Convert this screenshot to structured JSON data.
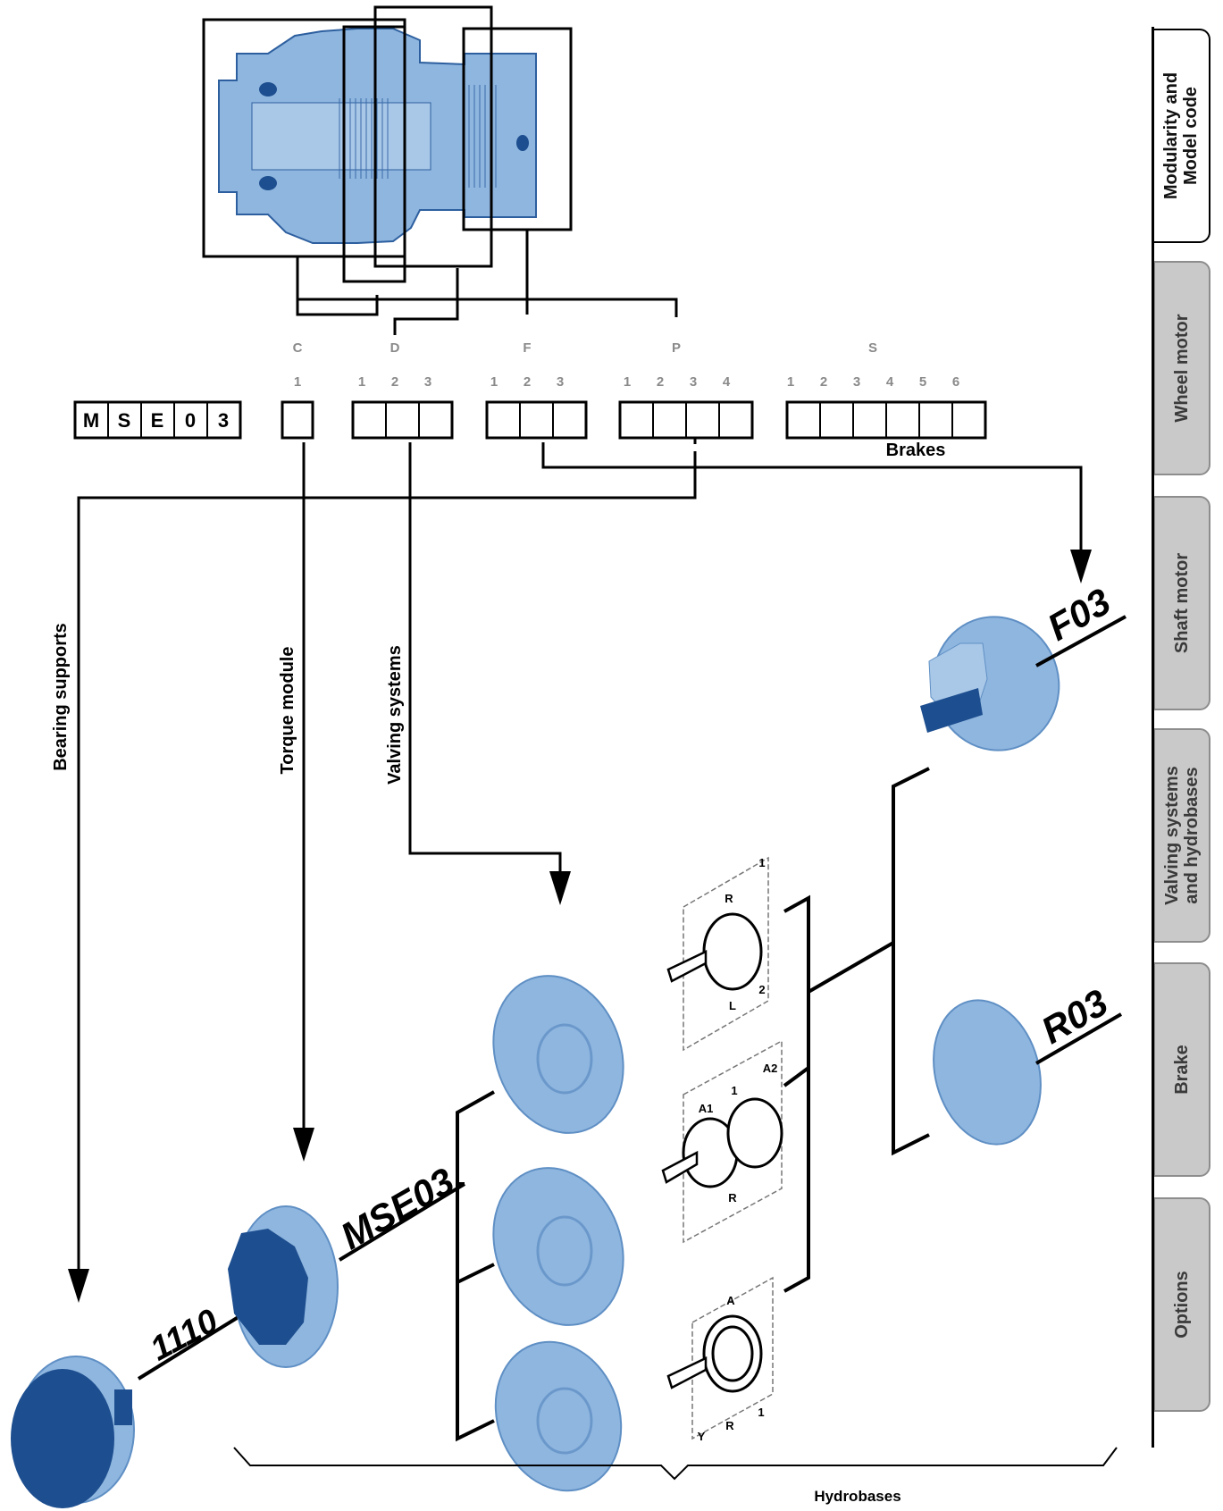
{
  "model_code": {
    "prefix": [
      "M",
      "S",
      "E",
      "0",
      "3"
    ],
    "groups": [
      {
        "letter": "C",
        "positions": [
          "1"
        ]
      },
      {
        "letter": "D",
        "positions": [
          "1",
          "2",
          "3"
        ]
      },
      {
        "letter": "F",
        "positions": [
          "1",
          "2",
          "3"
        ]
      },
      {
        "letter": "P",
        "positions": [
          "1",
          "2",
          "3",
          "4"
        ]
      },
      {
        "letter": "S",
        "positions": [
          "1",
          "2",
          "3",
          "4",
          "5",
          "6"
        ]
      }
    ],
    "brakes_label": "Brakes"
  },
  "branch_labels": {
    "bearing_supports": "Bearing supports",
    "torque_module": "Torque module",
    "valving_systems": "Valving systems",
    "hydrobases": "Hydrobases"
  },
  "part_labels": {
    "bearing_code": "1110",
    "motor_code": "MSE03",
    "brake_f": "F03",
    "brake_r": "R03"
  },
  "schematics": {
    "sym1": {
      "top": "R",
      "bottom": "L",
      "right_top": "1",
      "right_bottom": "2"
    },
    "sym2": {
      "left": "A1",
      "mid": "1",
      "right": "A2",
      "bottom": "R"
    },
    "sym3": {
      "top": "A",
      "left": "Y",
      "mid": "R",
      "right": "1"
    }
  },
  "side_tabs": [
    {
      "lines": [
        "Modularity and",
        "Model code"
      ],
      "active": true
    },
    {
      "lines": [
        "Wheel motor"
      ],
      "active": false
    },
    {
      "lines": [
        "Shaft motor"
      ],
      "active": false
    },
    {
      "lines": [
        "Valving systems",
        "and hydrobases"
      ],
      "active": false
    },
    {
      "lines": [
        "Brake"
      ],
      "active": false
    },
    {
      "lines": [
        "Options"
      ],
      "active": false
    }
  ],
  "colors": {
    "part_light": "#8fb6df",
    "part_mid": "#7aa6d6",
    "part_dark": "#1d4e8f",
    "line": "#000000",
    "grey_text": "#8a8a8a",
    "tab_inactive": "#c9c9c9"
  }
}
